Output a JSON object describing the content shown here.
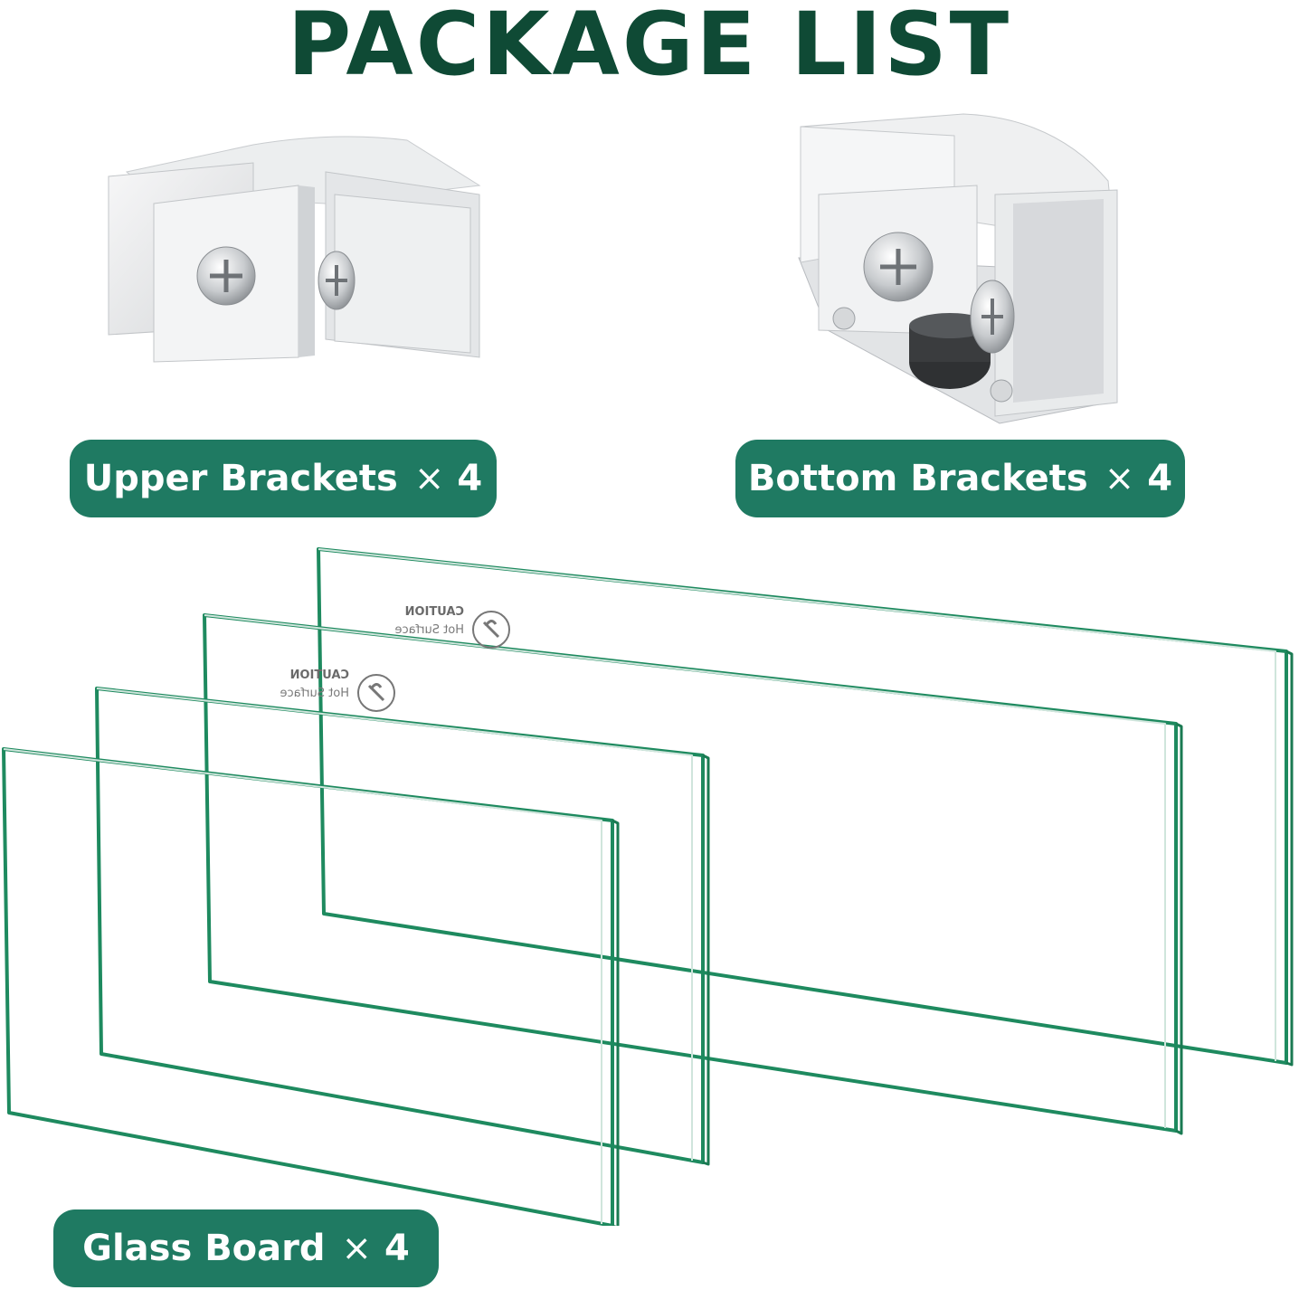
{
  "title": "PACKAGE LIST",
  "items": {
    "upper_brackets": {
      "label": "Upper Brackets",
      "times": "×",
      "count": "4"
    },
    "bottom_brackets": {
      "label": "Bottom Brackets",
      "times": "×",
      "count": "4"
    },
    "glass_board": {
      "label": "Glass Board",
      "times": "×",
      "count": "4"
    }
  },
  "caution_label": {
    "warning": "CAUTION",
    "text": "Hot Surface"
  },
  "colors": {
    "title": "#0f4a35",
    "pill_background": "#1f7a62",
    "pill_text": "#ffffff",
    "glass_edge": "#1e8a5f",
    "bracket": "#e9eaeb"
  },
  "icons": [
    "bracket-upper-image",
    "bracket-bottom-image",
    "glass-panel-image",
    "caution-hand-icon"
  ]
}
